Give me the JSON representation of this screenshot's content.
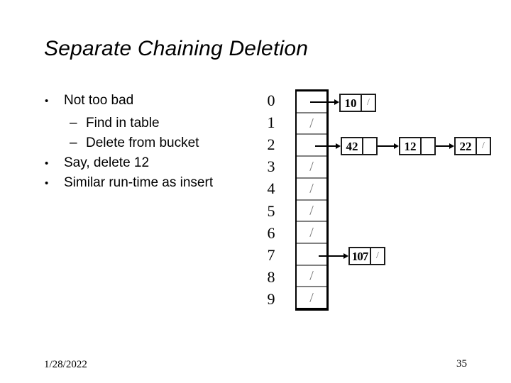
{
  "slide": {
    "title": "Separate Chaining Deletion",
    "bullets": [
      {
        "level": 1,
        "marker": "•",
        "text": "Not too bad"
      },
      {
        "level": 2,
        "marker": "–",
        "text": "Find in table"
      },
      {
        "level": 2,
        "marker": "–",
        "text": "Delete from bucket"
      },
      {
        "level": 1,
        "marker": "•",
        "text": "Say, delete 12"
      },
      {
        "level": 1,
        "marker": "•",
        "text": "Similar run-time as insert"
      }
    ],
    "footer": {
      "date": "1/28/2022",
      "page": "35"
    }
  },
  "diagram": {
    "type": "hash-table-separate-chaining",
    "null_marker": "/",
    "table": {
      "rows": [
        {
          "index": "0",
          "cell": ""
        },
        {
          "index": "1",
          "cell": "/"
        },
        {
          "index": "2",
          "cell": ""
        },
        {
          "index": "3",
          "cell": "/"
        },
        {
          "index": "4",
          "cell": "/"
        },
        {
          "index": "5",
          "cell": "/"
        },
        {
          "index": "6",
          "cell": "/"
        },
        {
          "index": "7",
          "cell": ""
        },
        {
          "index": "8",
          "cell": "/"
        },
        {
          "index": "9",
          "cell": "/"
        }
      ]
    },
    "chains": [
      {
        "bucket": "0",
        "nodes": [
          {
            "value": "10",
            "next": "/"
          }
        ]
      },
      {
        "bucket": "2",
        "nodes": [
          {
            "value": "42",
            "next": ""
          },
          {
            "value": "12",
            "next": ""
          },
          {
            "value": "22",
            "next": "/"
          }
        ]
      },
      {
        "bucket": "7",
        "nodes": [
          {
            "value": "107",
            "next": "/"
          }
        ]
      }
    ],
    "colors": {
      "line": "#000000",
      "row_divider": "#808080",
      "null_slash": "#787878"
    }
  }
}
